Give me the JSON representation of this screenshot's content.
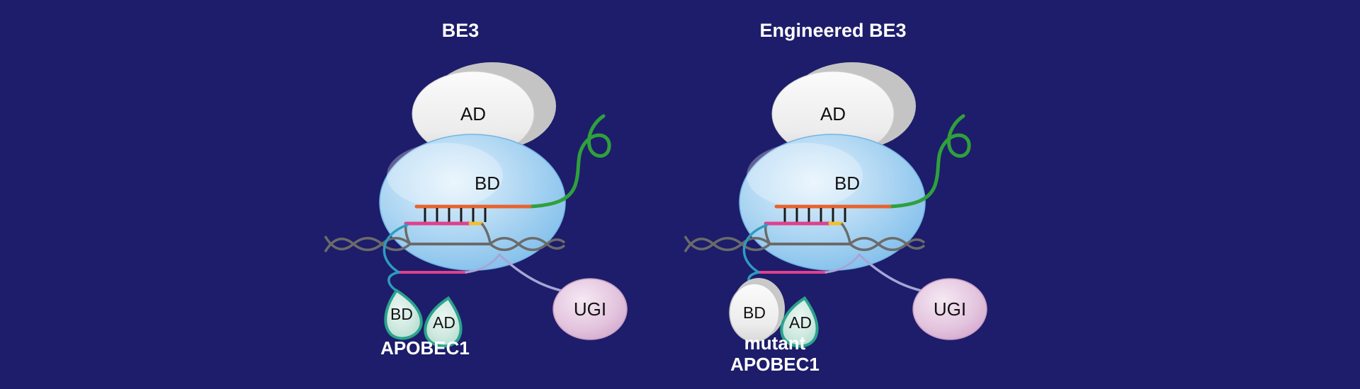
{
  "colors": {
    "background": "#1d1d6b",
    "cas9_blue_edge": "#74b4e4",
    "scaffold_green": "#2fa03c",
    "guide_orange": "#e8632c",
    "tick_black": "#1a1a1a",
    "displaced_pink": "#e0418c",
    "pam_yellow": "#f0c030",
    "dna_gray": "#6b6b6b",
    "linker_cyan": "#2e9bc0",
    "linker_lavender": "#a6a6d6",
    "apobec_teal": "#2aa38c"
  },
  "complexes": [
    {
      "title": "BE3",
      "cas9_ad_label": "AD",
      "cas9_bd_label": "BD",
      "apobec_bd_label": "BD",
      "apobec_ad_label": "AD",
      "apobec_name": "APOBEC1",
      "ugi_label": "UGI"
    },
    {
      "title": "Engineered BE3",
      "cas9_ad_label": "AD",
      "cas9_bd_label": "BD",
      "apobec_bd_label": "BD",
      "apobec_ad_label": "AD",
      "apobec_name_line1": "mutant",
      "apobec_name_line2": "APOBEC1",
      "ugi_label": "UGI"
    }
  ]
}
